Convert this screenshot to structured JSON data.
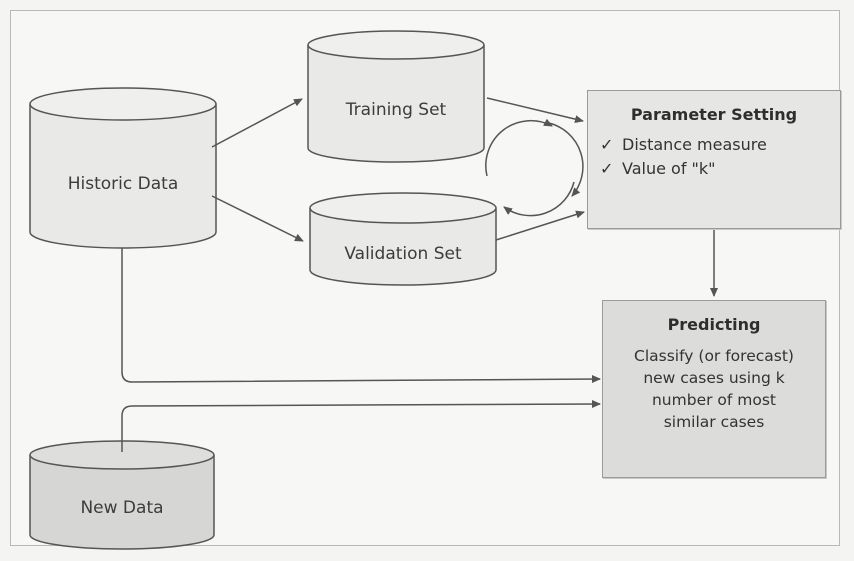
{
  "nodes": {
    "historic_data": "Historic Data",
    "training_set": "Training Set",
    "validation_set": "Validation Set",
    "new_data": "New Data"
  },
  "parameter_setting": {
    "title": "Parameter Setting",
    "items": [
      {
        "check": "✓",
        "text": "Distance measure"
      },
      {
        "check": "✓",
        "text": "Value of \"k\""
      }
    ]
  },
  "predicting": {
    "title": "Predicting",
    "lines": [
      "Classify (or forecast)",
      "new cases using k",
      "number of most",
      "similar cases"
    ]
  },
  "colors": {
    "cylinder_fill": "#e9e9e7",
    "stroke": "#555555",
    "box_fill": "#e6e6e4"
  }
}
